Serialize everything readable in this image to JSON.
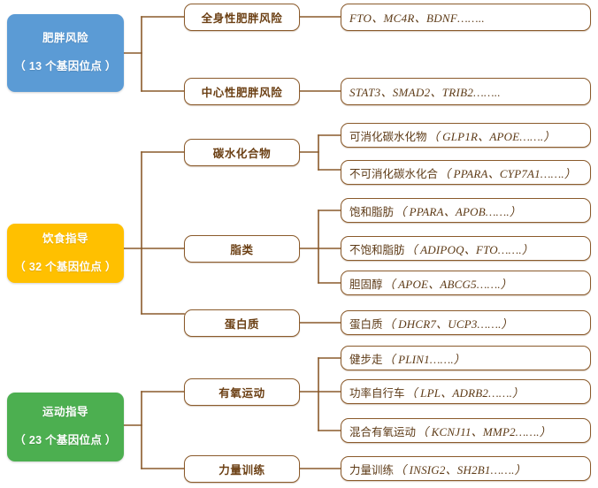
{
  "theme": {
    "line_color": "#8a5a2b",
    "box_border": "#8a5a2b",
    "box_text": "#5d3a16",
    "cat_text": "#6b3f13",
    "root_blue": "#5b9bd5",
    "root_yellow": "#ffc000",
    "root_green": "#4caf50",
    "background": "#ffffff"
  },
  "roots": [
    {
      "id": "obesity-risk",
      "title": "肥胖风险",
      "sub": "（ 13 个基因位点 ）",
      "color": "#5b9bd5"
    },
    {
      "id": "diet-guidance",
      "title": "饮食指导",
      "sub": "（ 32 个基因位点 ）",
      "color": "#ffc000"
    },
    {
      "id": "exercise-guidance",
      "title": "运动指导",
      "sub": "（ 23 个基因位点 ）",
      "color": "#4caf50"
    }
  ],
  "categories": [
    {
      "id": "systemic-obesity-risk",
      "label": "全身性肥胖风险"
    },
    {
      "id": "central-obesity-risk",
      "label": "中心性肥胖风险"
    },
    {
      "id": "carbohydrates",
      "label": "碳水化合物"
    },
    {
      "id": "lipids",
      "label": "脂类"
    },
    {
      "id": "protein",
      "label": "蛋白质"
    },
    {
      "id": "aerobic-exercise",
      "label": "有氧运动"
    },
    {
      "id": "strength-training",
      "label": "力量训练"
    }
  ],
  "leaves": [
    {
      "id": "systemic-genes",
      "cn": "",
      "genes": "FTO、MC4R、BDNF……..",
      "genes_only": true
    },
    {
      "id": "central-genes",
      "cn": "",
      "genes": "STAT3、SMAD2、TRIB2……..",
      "genes_only": true
    },
    {
      "id": "digestible-carb",
      "cn": "可消化碳水化物",
      "genes": "（ GLP1R、APOE…….）",
      "genes_only": false
    },
    {
      "id": "indigestible-carb",
      "cn": "不可消化碳水化合",
      "genes": "（ PPARA、CYP7A1…….）",
      "genes_only": false
    },
    {
      "id": "saturated-fat",
      "cn": "饱和脂肪",
      "genes": "（ PPARA、APOB…….）",
      "genes_only": false
    },
    {
      "id": "unsaturated-fat",
      "cn": "不饱和脂肪",
      "genes": "（ ADIPOQ、FTO…….）",
      "genes_only": false
    },
    {
      "id": "cholesterol",
      "cn": "胆固醇",
      "genes": "（ APOE、ABCG5…….）",
      "genes_only": false
    },
    {
      "id": "protein-genes",
      "cn": "蛋白质",
      "genes": "（ DHCR7、UCP3…….）",
      "genes_only": false
    },
    {
      "id": "brisk-walking",
      "cn": "健步走",
      "genes": "（ PLIN1…….）",
      "genes_only": false
    },
    {
      "id": "power-cycling",
      "cn": "功率自行车",
      "genes": "（ LPL、ADRB2…….）",
      "genes_only": false
    },
    {
      "id": "mixed-aerobic",
      "cn": "混合有氧运动",
      "genes": "（ KCNJ11、MMP2…….）",
      "genes_only": false
    },
    {
      "id": "strength-training-leaf",
      "cn": "力量训练",
      "genes": "（ INSIG2、SH2B1…….）",
      "genes_only": false
    }
  ]
}
